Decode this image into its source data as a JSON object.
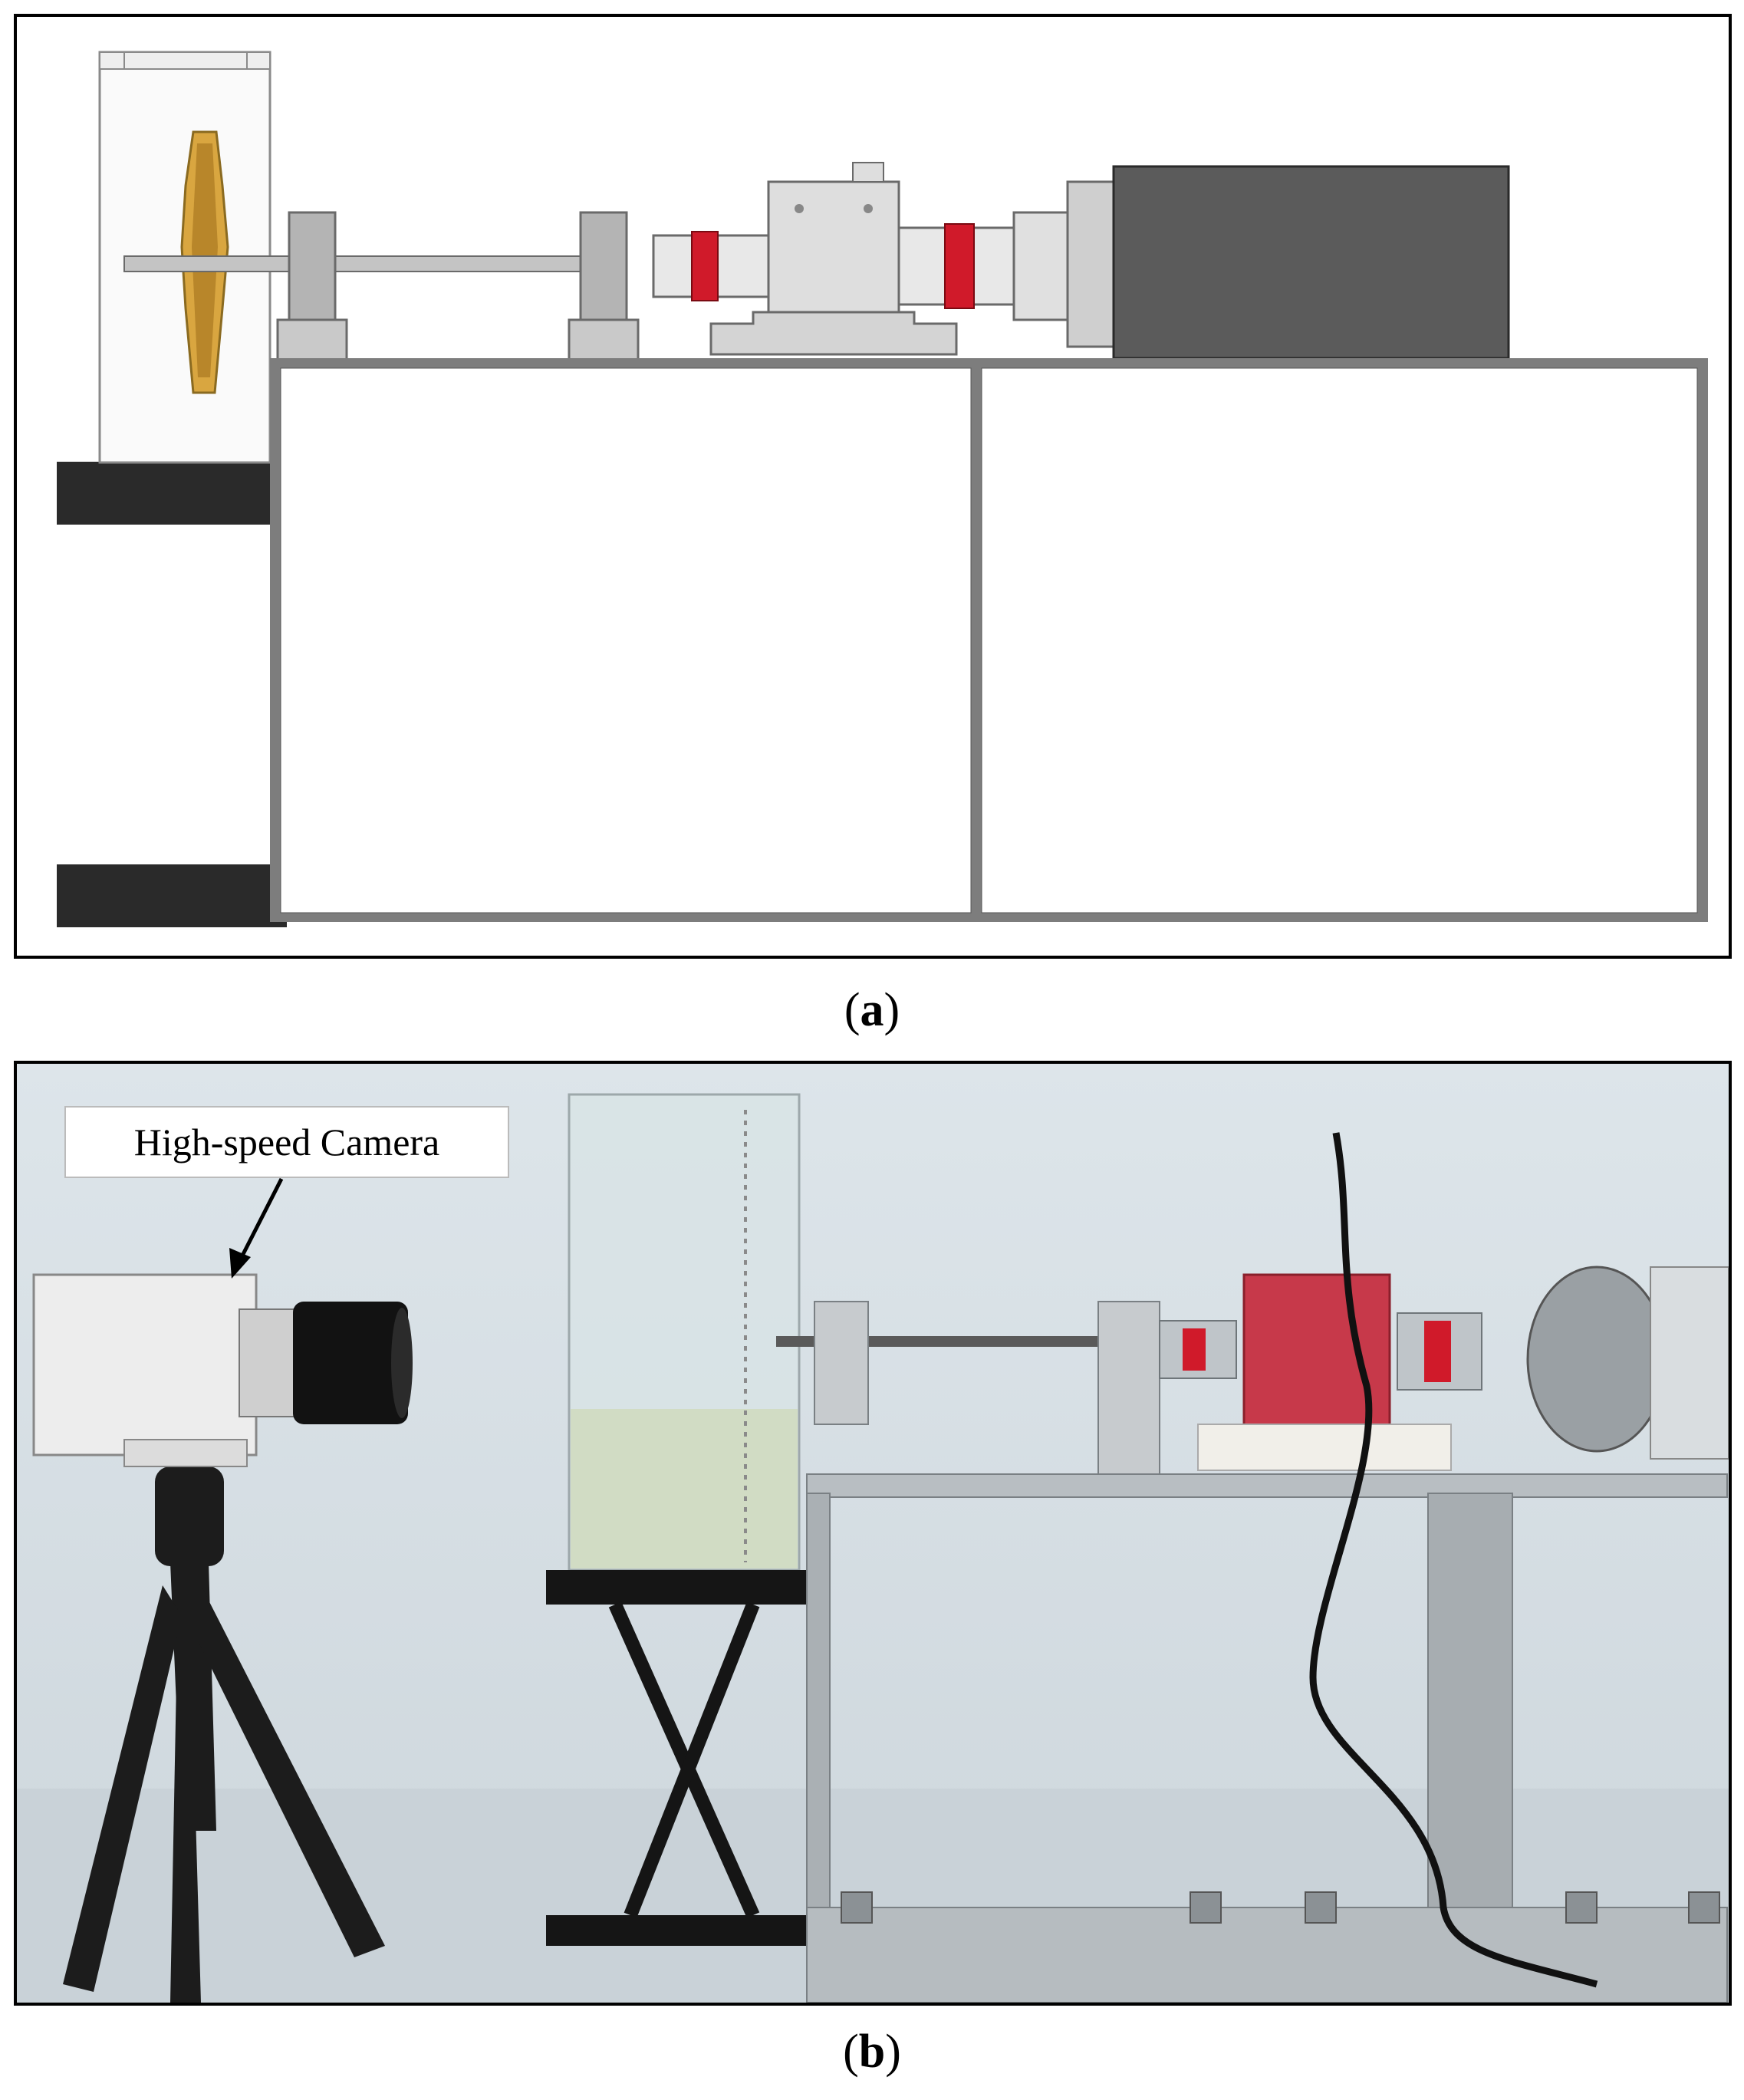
{
  "panels": [
    {
      "id": "a",
      "label": "a"
    },
    {
      "id": "b",
      "label": "b",
      "callout": "High-speed Camera"
    }
  ],
  "colors": {
    "frame": "#7d7d7d",
    "motor": "#5b5b5b",
    "coupling_band": "#d01a2a",
    "torque_sensor_photo": "#c7394a",
    "base_block": "#2a2a2a"
  },
  "icons": [
    "arrow-icon"
  ]
}
